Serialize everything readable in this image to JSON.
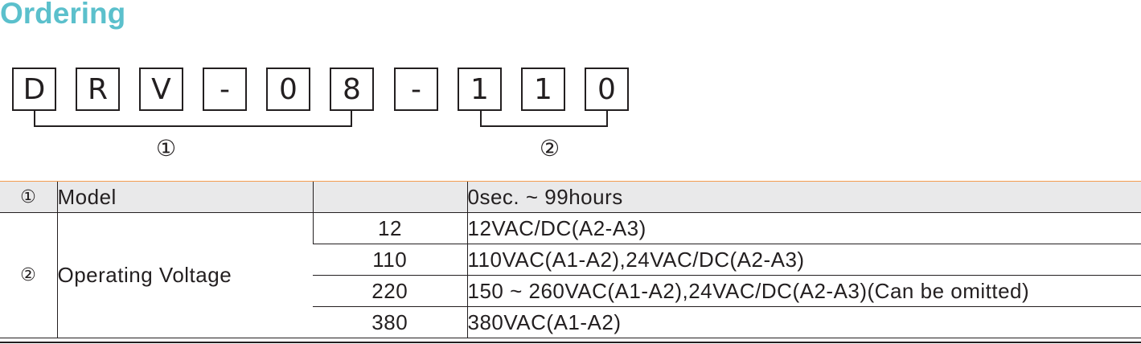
{
  "header": {
    "title": "Ordering"
  },
  "code": {
    "chars": [
      "D",
      "R",
      "V",
      "-",
      "0",
      "8",
      "-",
      "1",
      "1",
      "0"
    ],
    "markers": [
      "①",
      "②"
    ]
  },
  "table": {
    "rows": [
      {
        "index": "①",
        "item": "Model",
        "options": [
          {
            "code": "",
            "description": "0sec. ~ 99hours"
          }
        ]
      },
      {
        "index": "②",
        "item": "Operating Voltage",
        "options": [
          {
            "code": "12",
            "description": "12VAC/DC(A2-A3)"
          },
          {
            "code": "110",
            "description": "110VAC(A1-A2),24VAC/DC(A2-A3)"
          },
          {
            "code": "220",
            "description": "150 ~ 260VAC(A1-A2),24VAC/DC(A2-A3)(Can be omitted)"
          },
          {
            "code": "380",
            "description": "380VAC(A1-A2)"
          }
        ]
      }
    ]
  },
  "colors": {
    "title": "#5bc0cc",
    "rule": "#f39c4f",
    "header_bg": "#e9e9ea"
  }
}
